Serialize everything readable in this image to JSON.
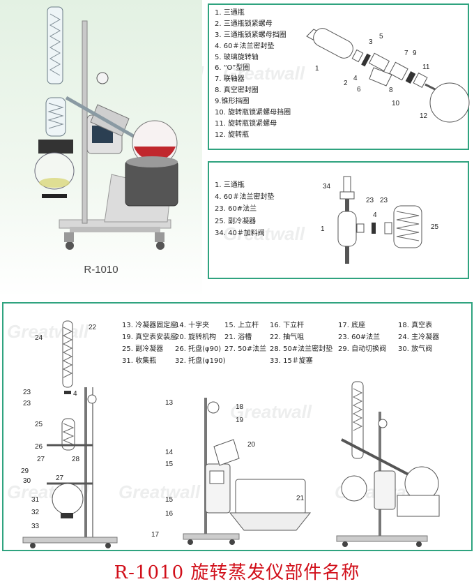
{
  "photo": {
    "caption": "R-1010"
  },
  "watermark": "Greatwall",
  "parts_top": [
    "1. 三通瓶",
    "2. 三通瓶锁紧螺母",
    "3. 三通瓶锁紧螺母挡圈",
    "4. 60＃法兰密封垫",
    "5. 玻璃旋转轴",
    "6. “O”型圈",
    "7. 联轴器",
    "8. 真空密封圈",
    "9.锥形挡圈",
    "10. 旋转瓶锁紧螺母挡圈",
    "11. 旋转瓶锁紧螺母",
    "12. 旋转瓶"
  ],
  "parts_mid": [
    "1. 三通瓶",
    "4. 60＃法兰密封垫",
    "23. 60#法兰",
    "25. 副冷凝器",
    "34. 40＃加料阀"
  ],
  "parts_bottom": [
    "13. 冷凝器固定座",
    "14. 十字夹",
    "15. 上立杆",
    "16. 下立杆",
    "17. 底座",
    "18. 真空表",
    "19. 真空表安装座",
    "20. 旋转机构",
    "21. 浴槽",
    "22. 抽气咀",
    "23. 60#法兰",
    "24. 主冷凝器",
    "25. 副冷凝器",
    "26. 托盘(φ90)",
    "27. 50#法兰",
    "28. 50#法兰密封垫",
    "29. 自动切换阀",
    "30. 放气阀",
    "31. 收集瓶",
    "32. 托盘(φ190)",
    "33. 15＃旋塞"
  ],
  "callouts_top": [
    "1",
    "2",
    "3",
    "4",
    "5",
    "6",
    "7",
    "8",
    "9",
    "10",
    "11",
    "12"
  ],
  "callouts_mid": [
    "34",
    "1",
    "23",
    "4",
    "23",
    "25"
  ],
  "callouts_bottom_left": [
    "22",
    "24",
    "23",
    "4",
    "23",
    "25",
    "26",
    "27",
    "28",
    "29",
    "30",
    "27",
    "31",
    "32",
    "33"
  ],
  "callouts_bottom_mid": [
    "13",
    "18",
    "19",
    "20",
    "14",
    "15",
    "15",
    "16",
    "17",
    "21"
  ],
  "title": "R-1010 旋转蒸发仪部件名称",
  "colors": {
    "border": "#2fa37f",
    "title": "#d10f1a",
    "bath_liquid": "#c0272d"
  }
}
